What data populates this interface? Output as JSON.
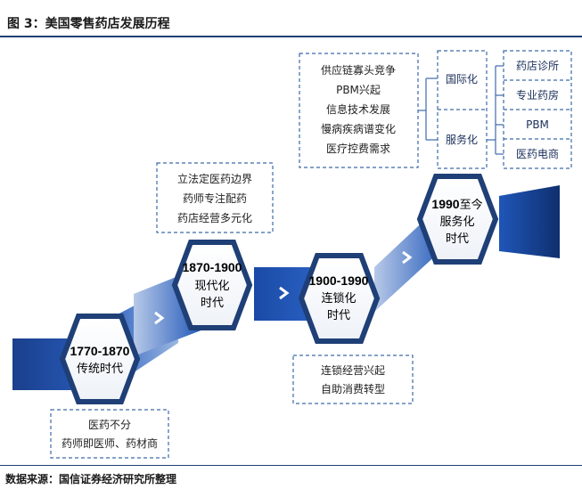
{
  "figure_title": "图 3：美国零售药店发展历程",
  "source_note": "数据来源：国信证券经济研究所整理",
  "eras": [
    {
      "year": "1770-1870",
      "name": "传统时代",
      "notes": [
        "医药不分",
        "药师即医师、药材商"
      ]
    },
    {
      "year": "1870-1900",
      "name_lines": [
        "现代化",
        "时代"
      ],
      "notes": [
        "立法定医药边界",
        "药师专注配药",
        "药店经营多元化"
      ]
    },
    {
      "year": "1900-1990",
      "name_lines": [
        "连锁化",
        "时代"
      ],
      "notes": [
        "连锁经营兴起",
        "自助消费转型"
      ]
    },
    {
      "year": "1990",
      "year_suffix": "至今",
      "name_lines": [
        "服务化",
        "时代"
      ]
    }
  ],
  "drivers": [
    "供应链寡头竞争",
    "PBM兴起",
    "信息技术发展",
    "慢病疾病谱变化",
    "医疗控费需求"
  ],
  "trends": [
    "国际化",
    "服务化"
  ],
  "services": [
    "药店诊所",
    "专业药房",
    "PBM",
    "医药电商"
  ],
  "colors": {
    "navy": "#1f3f77",
    "blue": "#1f5cc4",
    "frame": "#3d6aa8",
    "text": "#222222"
  }
}
